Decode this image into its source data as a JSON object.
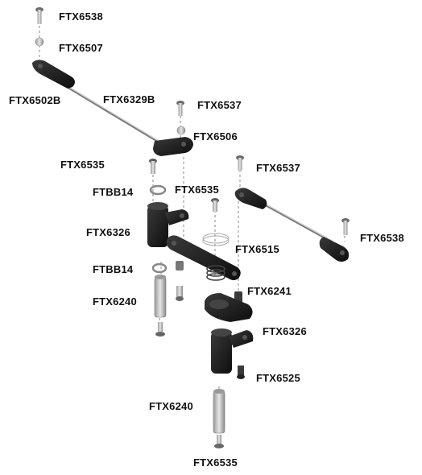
{
  "diagram": {
    "labels": {
      "screw_top_1": "FTX6538",
      "ball_top_1": "FTX6507",
      "ball_link_left": "FTX6502B",
      "rod_upper": "FTX6329B",
      "screw_mid_1": "FTX6537",
      "ball_mid_1": "FTX6506",
      "screw_mid_2": "FTX6535",
      "screw_right": "FTX6537",
      "bearing_upper": "FTBB14",
      "screw_center": "FTX6535",
      "bellcrank_upper": "FTX6326",
      "screw_far_right": "FTX6538",
      "arm_link": "FTX6515",
      "bearing_lower": "FTBB14",
      "nut_center": "FTX6241",
      "post_left": "FTX6240",
      "bellcrank_lower": "FTX6326",
      "screw_lower": "FTX6525",
      "post_lower": "FTX6240",
      "screw_bottom": "FTX6535"
    }
  }
}
